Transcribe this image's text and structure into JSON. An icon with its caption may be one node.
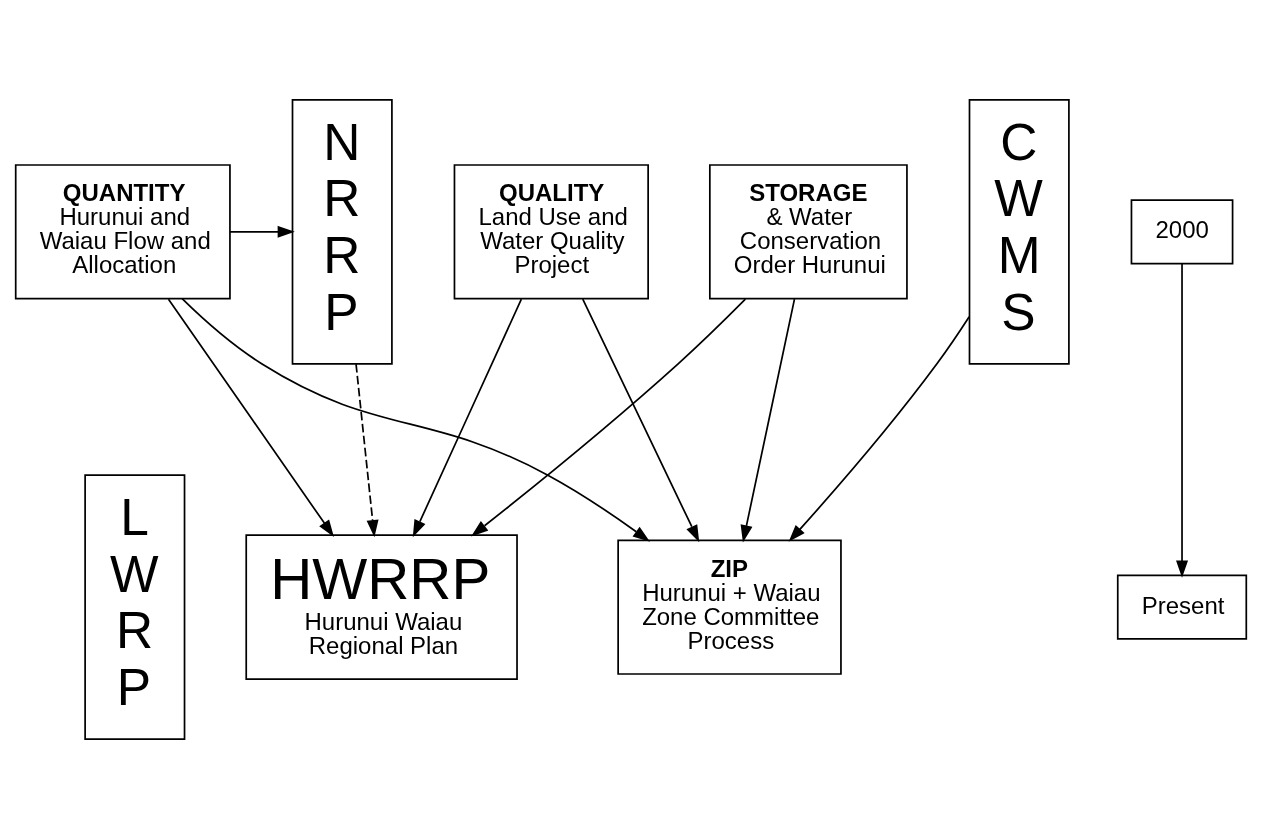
{
  "diagram": {
    "nodes": [
      {
        "text": [
          "N R R P"
        ]
      },
      {
        "text": [
          "QUANTITY",
          "Hurunui and Waiau Flow and Allocation"
        ]
      },
      {
        "text": [
          "STORAGE",
          "& Water Conservation Order Hurunui"
        ]
      },
      {
        "text": [
          "QUALITY",
          "Land Use and Water Quality Project"
        ]
      },
      {
        "text": [
          "C W M S"
        ]
      },
      {
        "text": [
          "2000"
        ]
      },
      {
        "text": [
          "L W R P"
        ]
      },
      {
        "text": [
          "HWRRP",
          "Hurunui Waiau Regional Plan"
        ]
      },
      {
        "text": [
          "ZIP",
          "Hurunui + Waiau Zone Committee Process"
        ]
      },
      {
        "text": [
          "Present"
        ]
      }
    ],
    "edges": [
      {
        "from": 1,
        "to": 0,
        "arrow": "to"
      },
      {
        "from": 1,
        "to": 7,
        "arrow": "to"
      },
      {
        "from": 1,
        "to": 8,
        "arrow": "to"
      },
      {
        "from": 2,
        "to": 7,
        "arrow": "to"
      },
      {
        "from": 2,
        "to": 8,
        "arrow": "to"
      },
      {
        "from": 3,
        "to": 7,
        "arrow": "to"
      },
      {
        "from": 3,
        "to": 8,
        "arrow": "to"
      },
      {
        "from": 0,
        "to": 7,
        "arrow": "to",
        "style": "dashed"
      },
      {
        "from": 4,
        "to": 8,
        "arrow": "to"
      },
      {
        "from": 5,
        "to": 9,
        "arrow": "to"
      }
    ]
  }
}
